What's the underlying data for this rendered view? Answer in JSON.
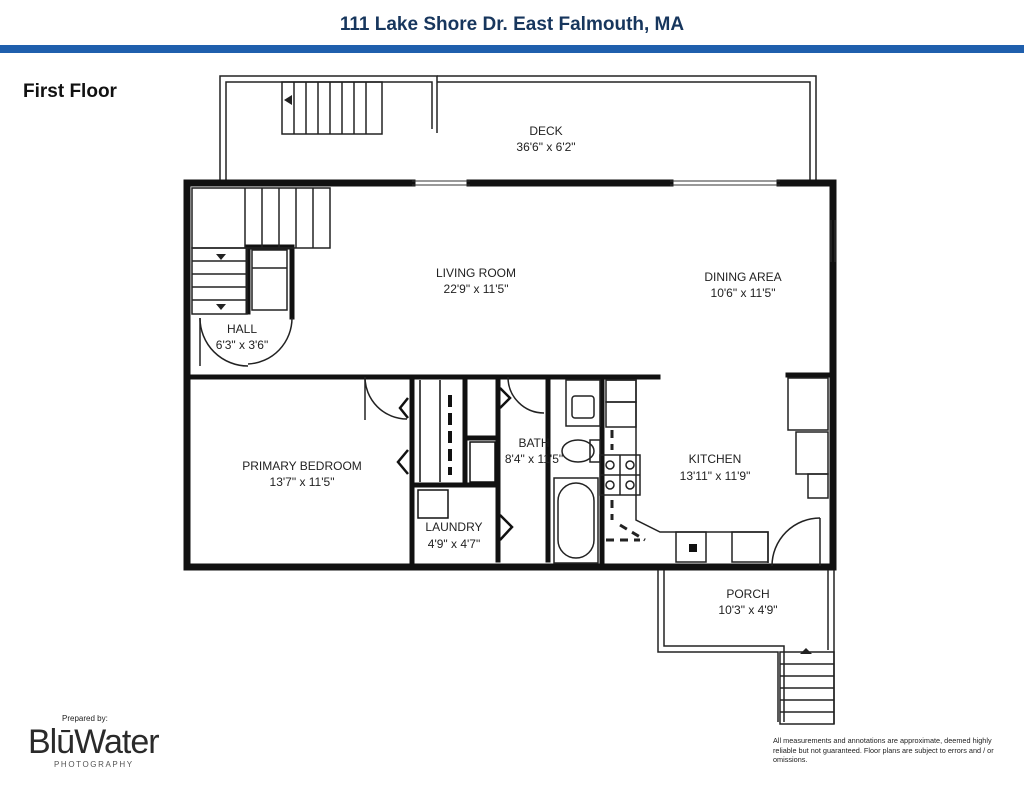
{
  "header": {
    "title": "111 Lake Shore Dr. East Falmouth, MA",
    "bar_color": "#1f5fad"
  },
  "floor_label": "First Floor",
  "rooms": [
    {
      "name": "DECK",
      "size": "36'6\" x 6'2\""
    },
    {
      "name": "LIVING ROOM",
      "size": "22'9\" x 11'5\""
    },
    {
      "name": "DINING AREA",
      "size": "10'6\" x 11'5\""
    },
    {
      "name": "HALL",
      "size": "6'3\" x 3'6\""
    },
    {
      "name": "PRIMARY BEDROOM",
      "size": "13'7\" x 11'5\""
    },
    {
      "name": "BATH",
      "size": "8'4\" x 11'5\""
    },
    {
      "name": "KITCHEN",
      "size": "13'11\" x 11'9\""
    },
    {
      "name": "LAUNDRY",
      "size": "4'9\" x 4'7\""
    },
    {
      "name": "PORCH",
      "size": "10'3\" x 4'9\""
    }
  ],
  "footer": {
    "prepared_by": "Prepared by:",
    "logo_text": "BlūWater",
    "logo_subtext": "PHOTOGRAPHY",
    "disclaimer": "All measurements and annotations are approximate, deemed highly reliable but not guaranteed. Floor plans are subject to errors and / or omissions."
  }
}
